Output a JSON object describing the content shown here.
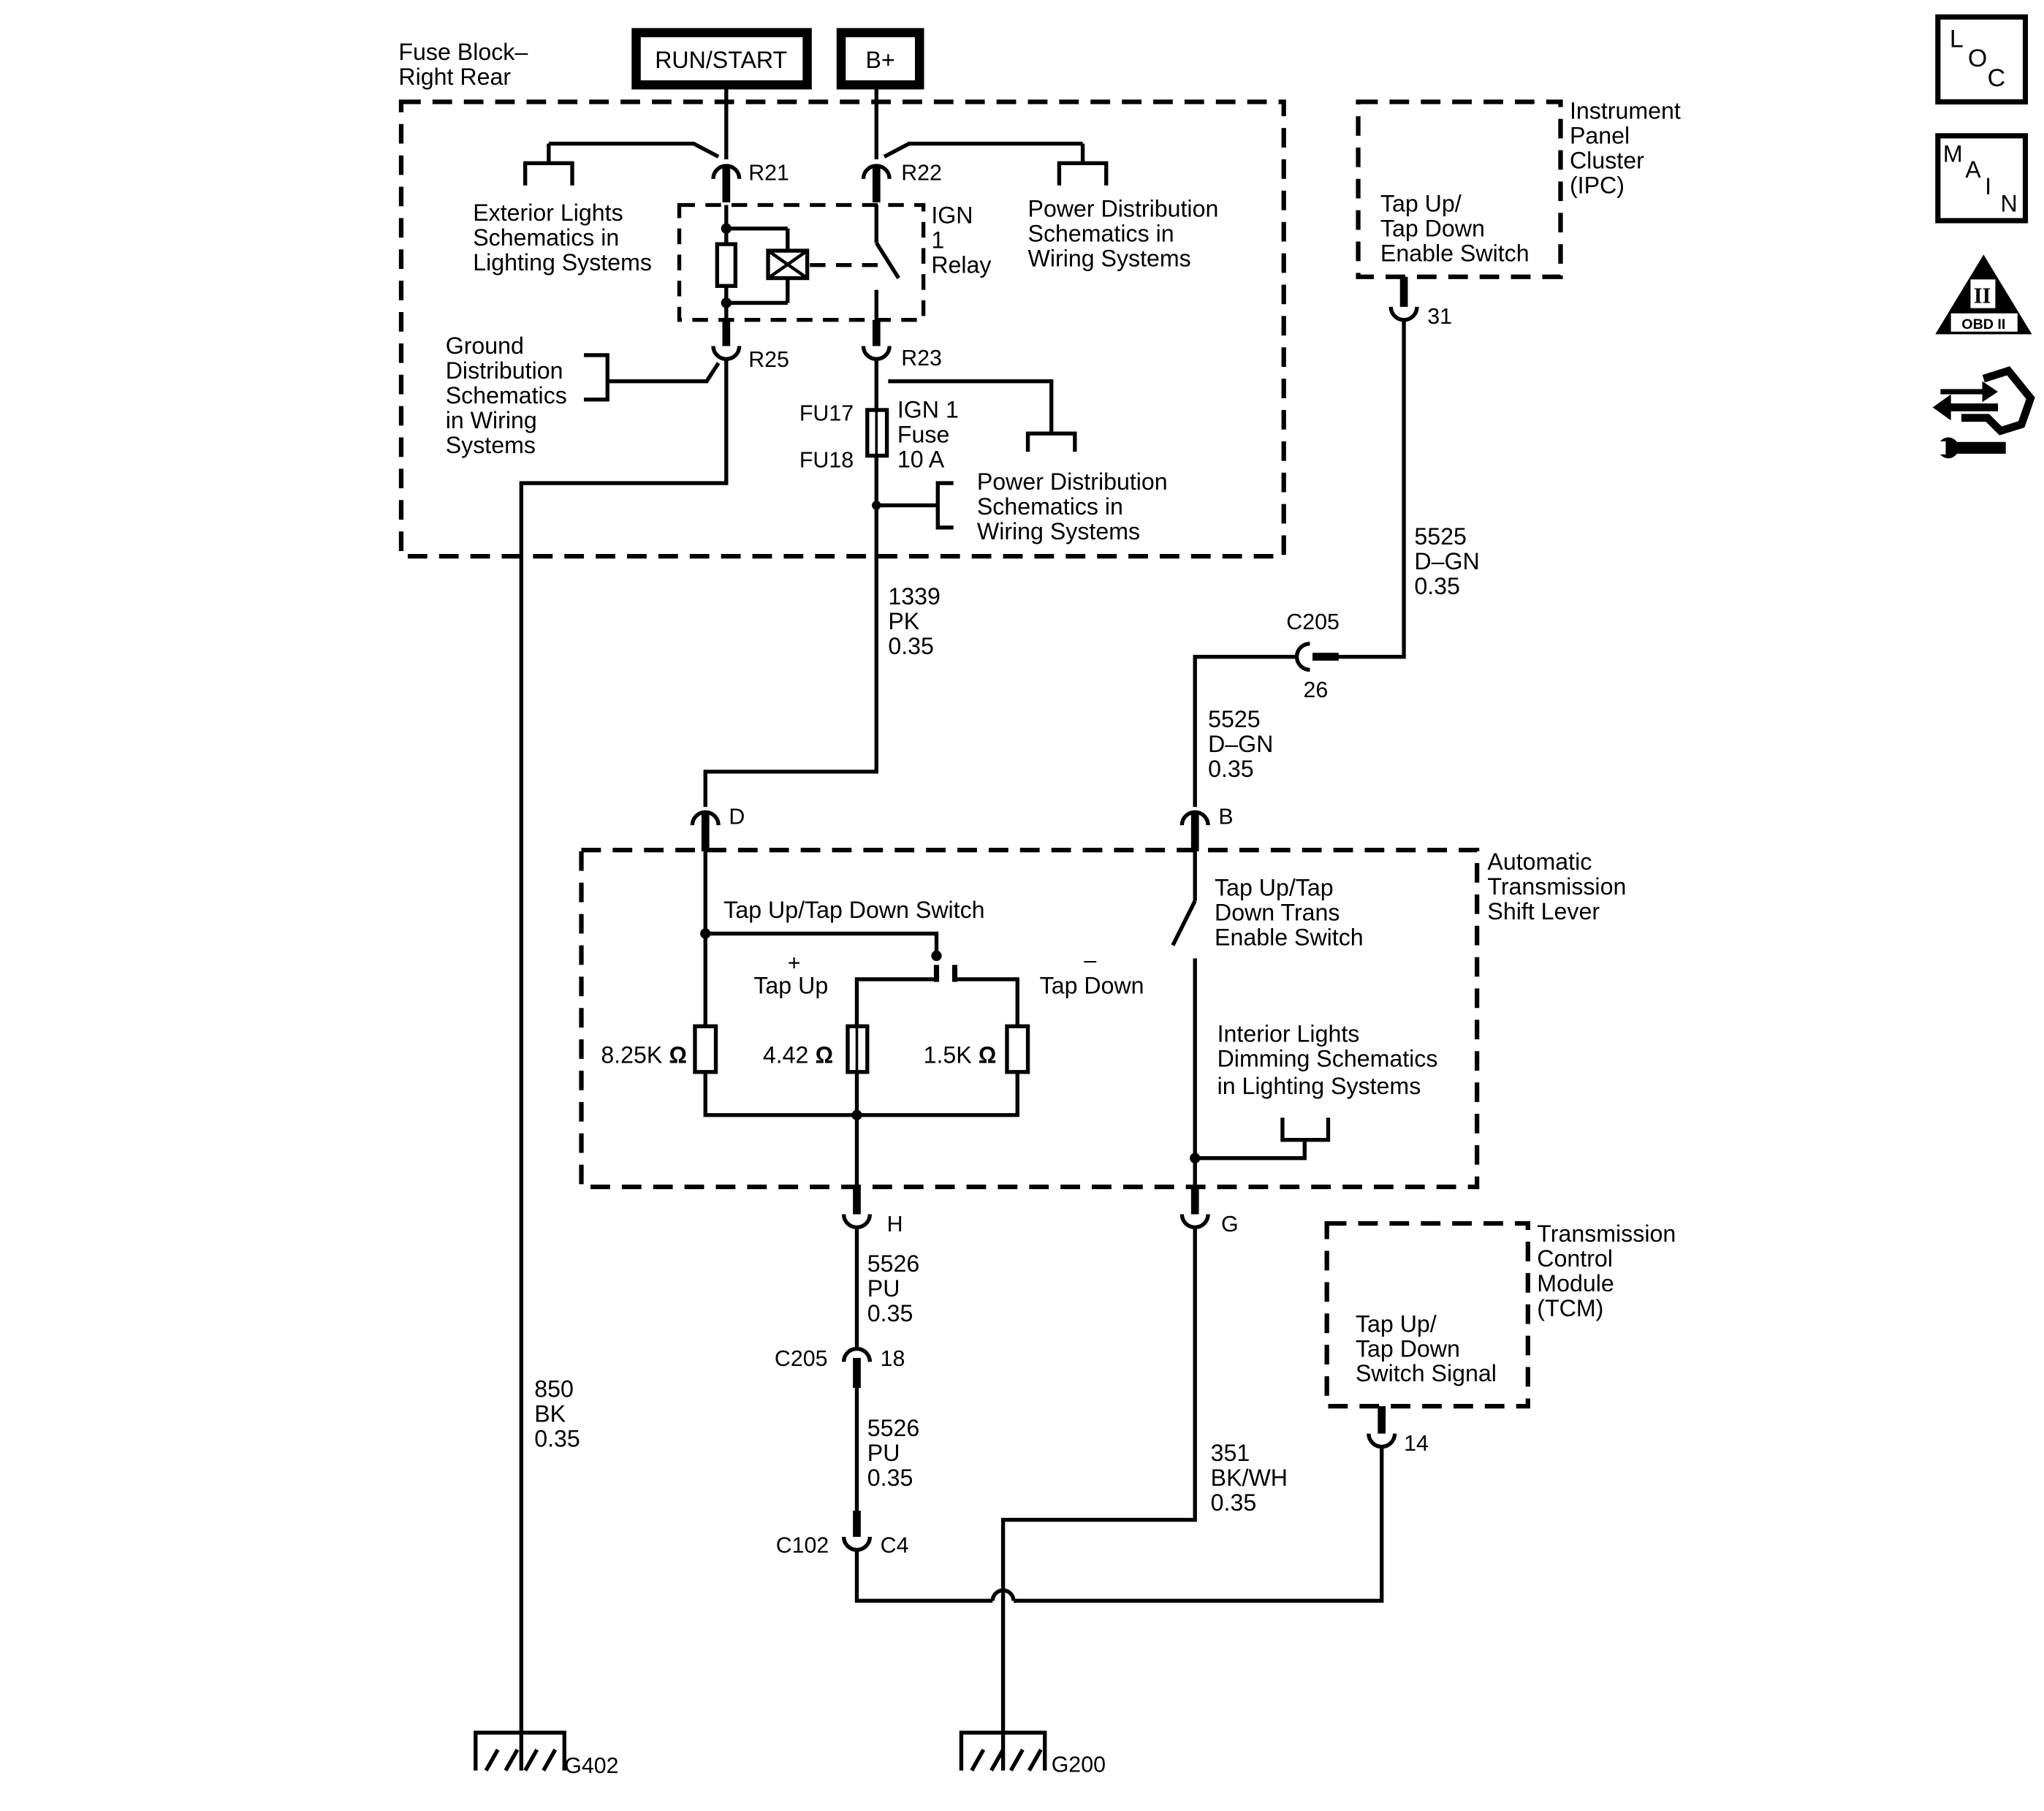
{
  "power_labels": {
    "run_start": "RUN/START",
    "b_plus": "B+"
  },
  "fuse_block": {
    "title_1": "Fuse Block–",
    "title_2": "Right Rear"
  },
  "ipc": {
    "title_1": "Instrument",
    "title_2": "Panel",
    "title_3": "Cluster",
    "title_4": "(IPC)",
    "component_1": "Tap Up/",
    "component_2": "Tap Down",
    "component_3": "Enable Switch"
  },
  "relay": {
    "label_1": "IGN",
    "label_2": "1",
    "label_3": "Relay"
  },
  "fuse": {
    "label_1": "IGN 1",
    "label_2": "Fuse",
    "label_3": "10 A",
    "terminal_top": "FU17",
    "terminal_bottom": "FU18"
  },
  "refs": {
    "exterior_lights": [
      "Exterior Lights",
      "Schematics in",
      "Lighting Systems"
    ],
    "power_dist_top": [
      "Power Distribution",
      "Schematics in",
      "Wiring Systems"
    ],
    "ground_dist": [
      "Ground",
      "Distribution",
      "Schematics",
      "in Wiring",
      "Systems"
    ],
    "power_dist_bottom": [
      "Power Distribution",
      "Schematics in",
      "Wiring Systems"
    ],
    "interior_lights": [
      "Interior Lights",
      "Dimming Schematics",
      "in Lighting Systems"
    ]
  },
  "pins": {
    "r21": "R21",
    "r22": "R22",
    "r25": "R25",
    "r23": "R23",
    "p31": "31",
    "d": "D",
    "b": "B",
    "h": "H",
    "g": "G",
    "p14": "14",
    "p26": "26",
    "p18": "18",
    "c4": "C4"
  },
  "connectors": {
    "c205_top": "C205",
    "c205_mid": "C205",
    "c102": "C102"
  },
  "wires": {
    "w1339": [
      "1339",
      "PK",
      "0.35"
    ],
    "w5525_a": [
      "5525",
      "D–GN",
      "0.35"
    ],
    "w5525_b": [
      "5525",
      "D–GN",
      "0.35"
    ],
    "w5526_a": [
      "5526",
      "PU",
      "0.35"
    ],
    "w5526_b": [
      "5526",
      "PU",
      "0.35"
    ],
    "w850": [
      "850",
      "BK",
      "0.35"
    ],
    "w351": [
      "351",
      "BK/WH",
      "0.35"
    ]
  },
  "shift_lever": {
    "title_1": "Automatic",
    "title_2": "Transmission",
    "title_3": "Shift Lever",
    "switch_title": "Tap Up/Tap Down Switch",
    "tap_up_sign": "+",
    "tap_up": "Tap Up",
    "tap_down_sign": "–",
    "tap_down": "Tap Down",
    "r1": "8.25K",
    "r2": "4.42",
    "r3": "1.5K",
    "ohm": "Ω",
    "enable_1": "Tap Up/Tap",
    "enable_2": "Down Trans",
    "enable_3": "Enable Switch"
  },
  "tcm": {
    "title_1": "Transmission",
    "title_2": "Control",
    "title_3": "Module",
    "title_4": "(TCM)",
    "signal_1": "Tap Up/",
    "signal_2": "Tap Down",
    "signal_3": "Switch Signal"
  },
  "grounds": {
    "g402": "G402",
    "g200": "G200"
  },
  "nav": {
    "loc": {
      "l": "L",
      "o": "O",
      "c": "C"
    },
    "main": {
      "m": "M",
      "a": "A",
      "i": "I",
      "n": "N"
    },
    "obd": {
      "roman": "II",
      "label": "OBD II"
    }
  }
}
